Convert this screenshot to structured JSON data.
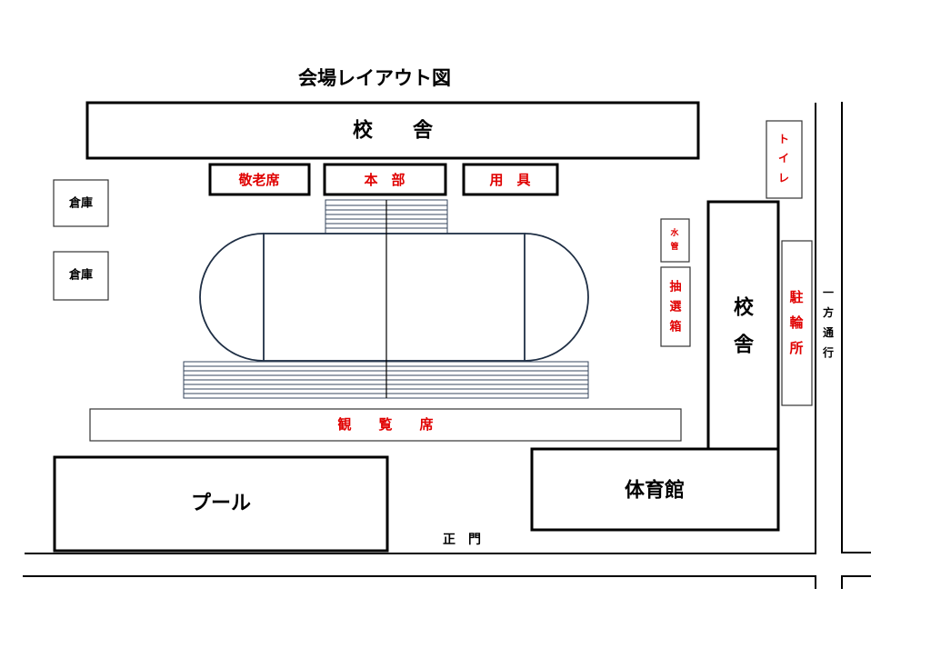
{
  "title": "会場レイアウト図",
  "buildings": {
    "school_top": "校　　舎",
    "school_right_1": "校",
    "school_right_2": "舎",
    "pool": "プール",
    "gym": "体育館",
    "storage_1": "倉庫",
    "storage_2": "倉庫"
  },
  "facilities": {
    "elder_seats": "敬老席",
    "headquarters": "本　部",
    "equipment": "用　具",
    "spectator_seats": "観　　覧　　席",
    "toilet": [
      "ト",
      "イ",
      "レ"
    ],
    "water_pipe": [
      "水",
      "管"
    ],
    "lottery_box": [
      "抽",
      "選",
      "箱"
    ],
    "bicycle_parking": [
      "駐",
      "輪",
      "所"
    ]
  },
  "roads": {
    "one_way": [
      "一",
      "方",
      "通",
      "行"
    ],
    "main_gate": "正　門"
  },
  "colors": {
    "label_red": "#e00000",
    "track": "#1f2f45"
  }
}
